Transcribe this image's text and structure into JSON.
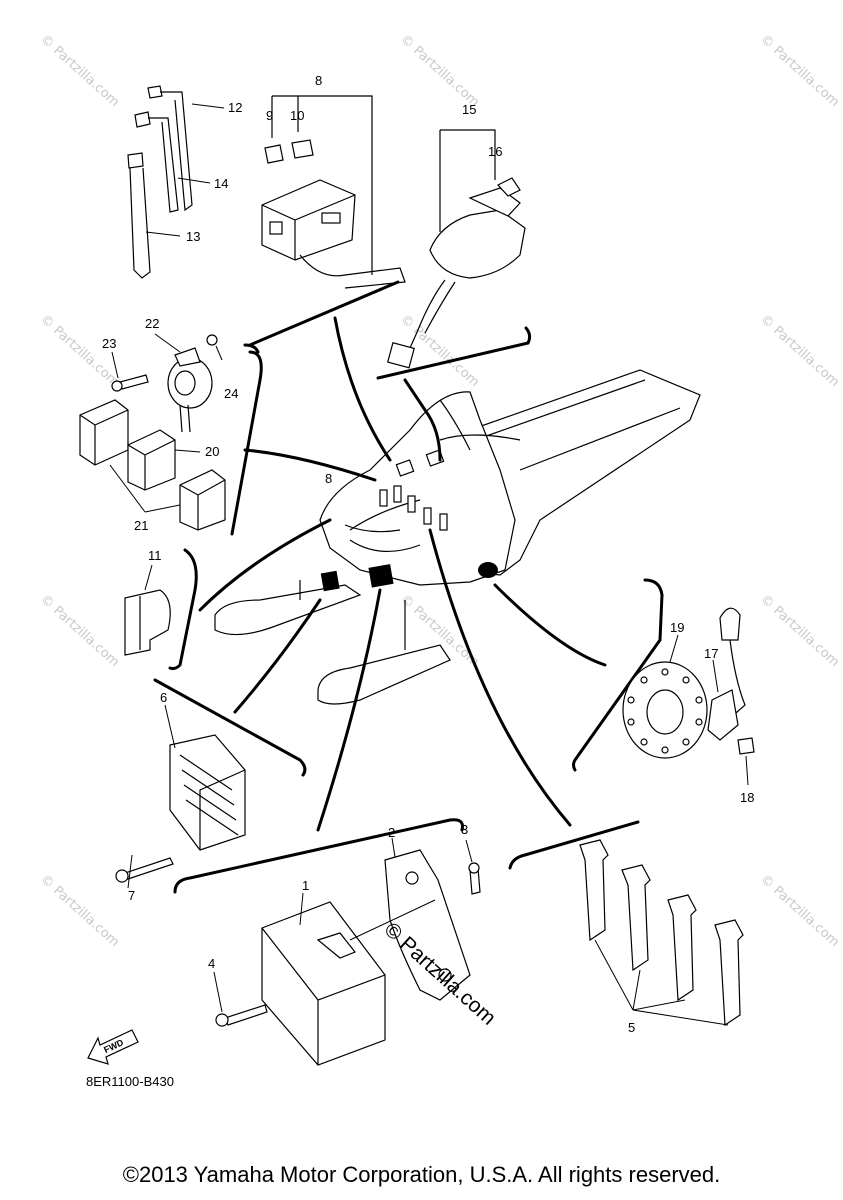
{
  "callouts": [
    "1",
    "2",
    "3",
    "4",
    "5",
    "6",
    "7",
    "8",
    "8",
    "9",
    "10",
    "11",
    "12",
    "13",
    "14",
    "15",
    "16",
    "17",
    "18",
    "19",
    "20",
    "21",
    "22",
    "23",
    "24"
  ],
  "fwd_label": "FWD",
  "diagram_code": "8ER1100-B430",
  "copyright": "©2013 Yamaha Motor Corporation, U.S.A. All rights reserved.",
  "watermark": "© Partzilla.com",
  "center_watermark": "© Partzilla.com"
}
